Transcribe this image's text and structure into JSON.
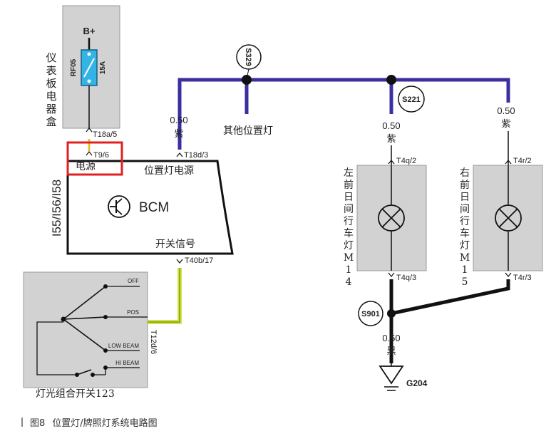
{
  "fusebox": {
    "label": "仪表板电器盒",
    "supply": "B+",
    "fuse_name": "RF05",
    "fuse_rating": "15A",
    "connector_out": "T18a/5"
  },
  "bcm": {
    "name": "BCM",
    "side_label": "I55/I56/I58",
    "pin_power": "T9/6",
    "power_label": "电源",
    "pin_position": "T18d/3",
    "position_power_label": "位置灯电源",
    "switch_signal_label": "开关信号",
    "pin_switch": "T40b/17"
  },
  "splices": {
    "s329": "S329",
    "s221": "S221",
    "s901": "S901"
  },
  "wires": {
    "left_gauge": "0.50",
    "left_color": "紫",
    "other_lamps": "其他位置灯",
    "mid_gauge": "0.50",
    "mid_color": "紫",
    "right_gauge": "0.50",
    "right_color": "紫",
    "ground_gauge": "0.50",
    "ground_color": "黑",
    "ground_point": "G204"
  },
  "lamps": {
    "left": {
      "name": "左前日间行车灯M14",
      "pin_top": "T4q/2",
      "pin_bottom": "T4q/3"
    },
    "right": {
      "name": "右前日间行车灯M15",
      "pin_top": "T4r/2",
      "pin_bottom": "T4r/3"
    }
  },
  "switch": {
    "name": "灯光组合开关123",
    "connector": "T12d/6",
    "positions": [
      "OFF",
      "POS",
      "LOW BEAM",
      "HI BEAM"
    ]
  },
  "caption": {
    "figure_no": "图8",
    "title": "位置灯/牌照灯系统电路图"
  },
  "colors": {
    "purple_wire": "#3b2fa0",
    "black_wire": "#111111",
    "yellow_green_wire": "#d9e03a",
    "highlight_red": "#e02020",
    "component_fill": "#d2d2d2",
    "fuse_blue": "#33b3e6"
  }
}
